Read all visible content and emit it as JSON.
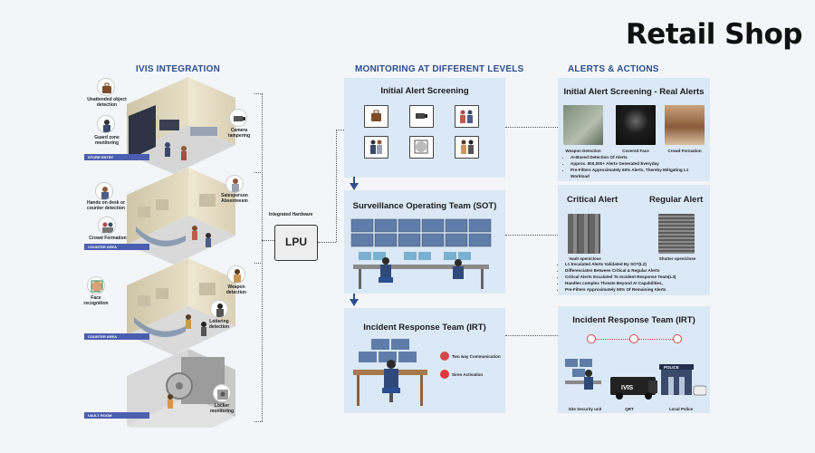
{
  "page_title": "Retail Shop",
  "columns": {
    "integration": "IVIS INTEGRATION",
    "monitoring": "MONITORING AT DIFFERENT LEVELS",
    "alerts": "ALERTS & ACTIONS"
  },
  "rooms": [
    {
      "area": "STORE ENTRY",
      "labels": [
        "Unattended object detection",
        "Guard zone monitoring",
        "Camera tampering"
      ]
    },
    {
      "area": "COUNTER AREA",
      "labels": [
        "Hands on desk or counter detection",
        "Crowd Formation",
        "Salesperson Absenteesm"
      ]
    },
    {
      "area": "COUNTER AREA",
      "labels": [
        "Face recognition",
        "Weapon detection",
        "Loitering detection"
      ]
    },
    {
      "area": "VAULT ROOM",
      "labels": [
        "Locker monitoring"
      ]
    }
  ],
  "hardware": {
    "caption": "Integrated Hardware",
    "unit": "LPU"
  },
  "monitoring": {
    "screening": {
      "title": "Initial Alert Screening"
    },
    "sot": {
      "title": "Surveillance Operating Team (SOT)"
    },
    "irt": {
      "title": "Incident Response Team (IRT)",
      "labels": [
        "Two way Communication",
        "Siren Activation"
      ]
    }
  },
  "alerts": {
    "screening": {
      "title": "Initial Alert Screening - Real Alerts",
      "captions": [
        "Weapon Detection",
        "Covered Face",
        "Crowd Formation"
      ],
      "bullets": [
        "AI-Based Detection Of Alerts",
        "Approx. 500,000+ Alerts Generated Everyday",
        "Pre-Filters Approximately 60% Alerts, Thereby Mitigating L1 Workload"
      ]
    },
    "sot": {
      "critical": "Critical Alert",
      "regular": "Regular Alert",
      "captions": [
        "Vault open/close",
        "Shutter open/close"
      ],
      "bullets": [
        "L1 Escalated Alerts Validated By SOT(L2)",
        "Differenciates Between Critical & Regular Alerts",
        "Critical Alerts Escalated To Incident Response Team(L3)",
        "Handles complex Threats Beyond AI Capabilities,",
        "Pre-Filters Approximately 90% Of Remaining Alerts"
      ]
    },
    "irt": {
      "title": "Incident Response Team (IRT)",
      "captions": [
        "Site Security unit",
        "QRT",
        "Local Police"
      ],
      "van_text": "IVIS",
      "sign_text": "POLICE"
    }
  },
  "colors": {
    "accent": "#2c4f8f",
    "panel": "#dbe8f5",
    "area_tag": "#4a5fb0"
  }
}
